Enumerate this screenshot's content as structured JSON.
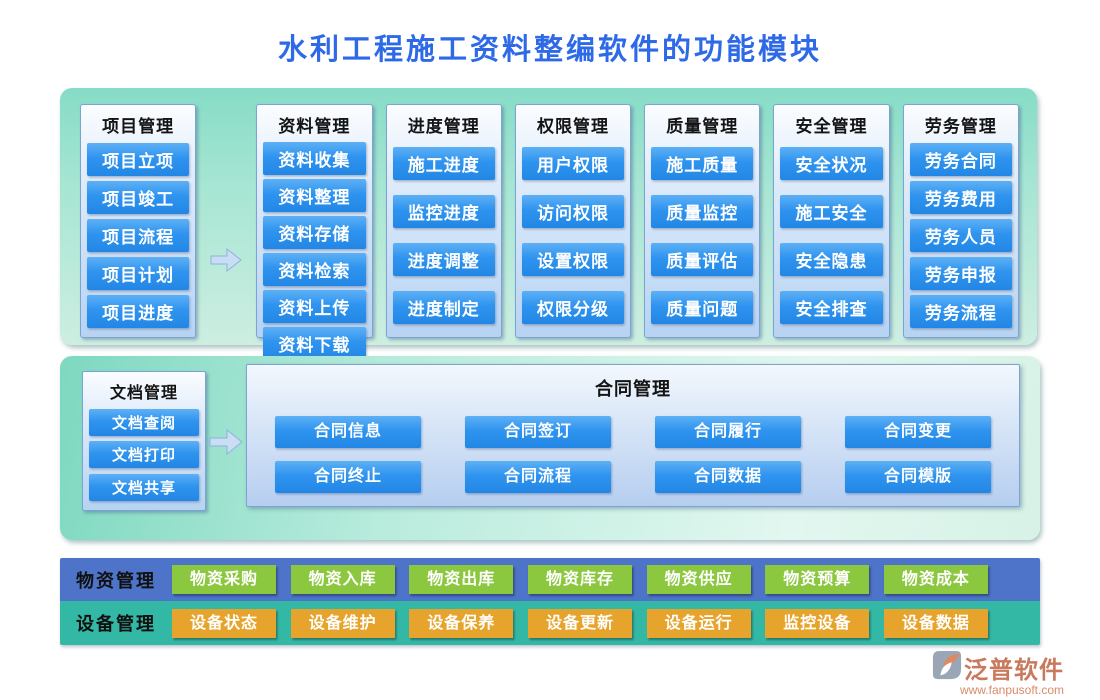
{
  "title": "水利工程施工资料整编软件的功能模块",
  "top_modules": [
    {
      "id": "project",
      "header": "项目管理",
      "items": [
        "项目立项",
        "项目竣工",
        "项目流程",
        "项目计划",
        "项目进度"
      ]
    },
    {
      "id": "data",
      "header": "资料管理",
      "items": [
        "资料收集",
        "资料整理",
        "资料存储",
        "资料检索",
        "资料上传",
        "资料下载"
      ]
    },
    {
      "id": "progress",
      "header": "进度管理",
      "items": [
        "施工进度",
        "监控进度",
        "进度调整",
        "进度制定"
      ]
    },
    {
      "id": "permission",
      "header": "权限管理",
      "items": [
        "用户权限",
        "访问权限",
        "设置权限",
        "权限分级"
      ]
    },
    {
      "id": "quality",
      "header": "质量管理",
      "items": [
        "施工质量",
        "质量监控",
        "质量评估",
        "质量问题"
      ]
    },
    {
      "id": "safety",
      "header": "安全管理",
      "items": [
        "安全状况",
        "施工安全",
        "安全隐患",
        "安全排查"
      ]
    },
    {
      "id": "labor",
      "header": "劳务管理",
      "items": [
        "劳务合同",
        "劳务费用",
        "劳务人员",
        "劳务申报",
        "劳务流程"
      ]
    }
  ],
  "document_module": {
    "header": "文档管理",
    "items": [
      "文档查阅",
      "文档打印",
      "文档共享"
    ]
  },
  "contract_module": {
    "header": "合同管理",
    "items": [
      "合同信息",
      "合同签订",
      "合同履行",
      "合同变更",
      "合同终止",
      "合同流程",
      "合同数据",
      "合同模版"
    ]
  },
  "material_module": {
    "header": "物资管理",
    "items": [
      "物资采购",
      "物资入库",
      "物资出库",
      "物资库存",
      "物资供应",
      "物资预算",
      "物资成本"
    ]
  },
  "equipment_module": {
    "header": "设备管理",
    "items": [
      "设备状态",
      "设备维护",
      "设备保养",
      "设备更新",
      "设备运行",
      "监控设备",
      "设备数据"
    ]
  },
  "footer": {
    "brand": "泛普软件",
    "website": "www.fanpusoft.com"
  },
  "colors": {
    "title_blue": "#2e6ae8",
    "button_blue": "#2f94ef",
    "mint_background": "#86dcc6",
    "panel_blue_light": "#b7d3f2",
    "material_bar_blue": "#4d74c8",
    "equipment_bar_teal": "#34b8a6",
    "material_button_green": "#8cc740",
    "equipment_button_orange": "#e7a42c",
    "brand_salmon": "#c97a5e"
  }
}
